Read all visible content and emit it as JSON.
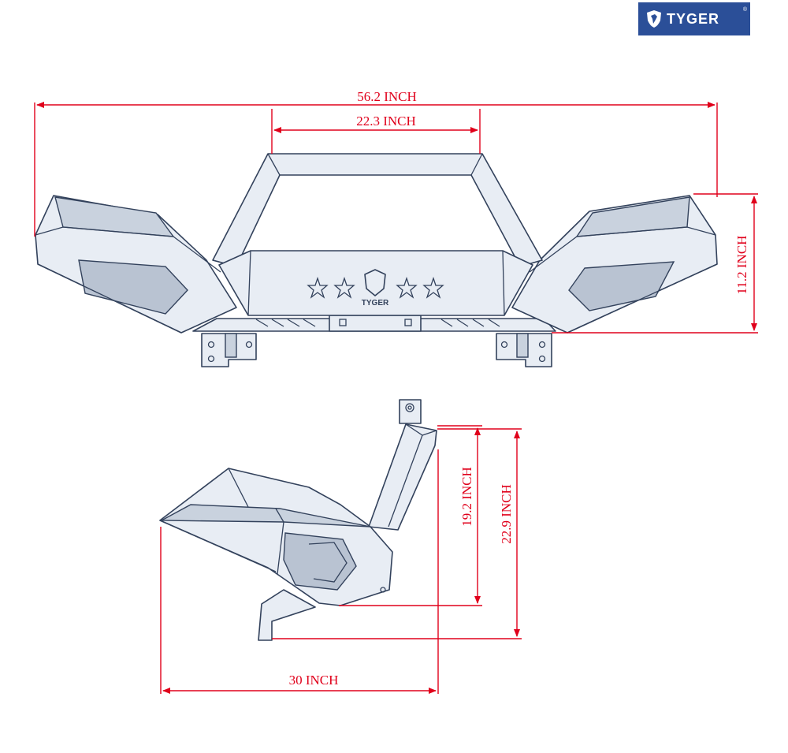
{
  "logo": {
    "brand": "TYGER",
    "mark": "®"
  },
  "front_view": {
    "overall_width": "56.2 INCH",
    "hoop_width": "22.3 INCH",
    "height": "11.2 INCH",
    "plate_brand": "TYGER"
  },
  "side_view": {
    "lower_height": "19.2 INCH",
    "total_height": "22.9 INCH",
    "depth": "30 INCH"
  },
  "colors": {
    "dimension": "#e0001b",
    "line": "#33425c",
    "logo_bg": "#2b4f98"
  }
}
